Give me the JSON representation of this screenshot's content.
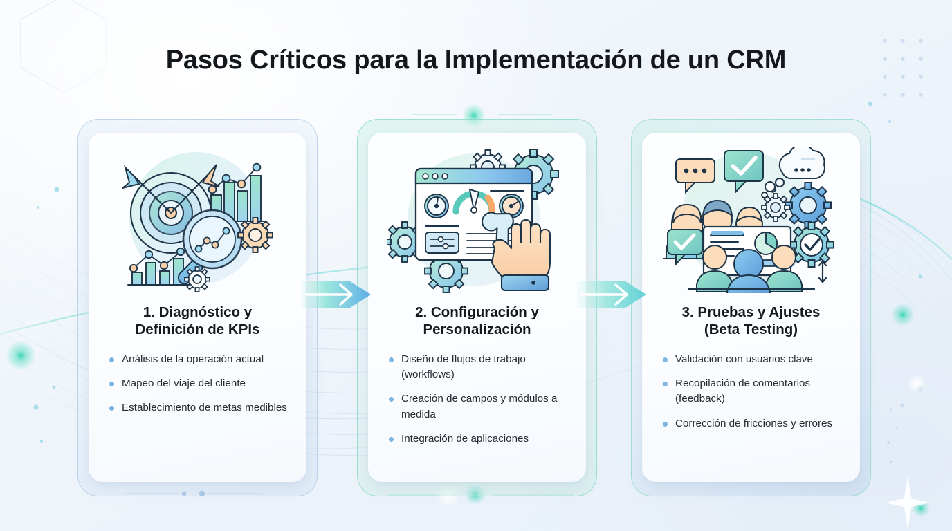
{
  "page": {
    "title": "Pasos Críticos para la Implementación de un CRM",
    "background_color": "#eef4fa",
    "accent_blue": "#79b2e0",
    "accent_teal": "#34d6b3",
    "title_color": "#14171c"
  },
  "steps": [
    {
      "id": "step-1",
      "number": "1",
      "title": "1. Diagnóstico y\nDefinición de KPIs",
      "illustration": "target-magnifier-charts-icon",
      "frame_color": "#96b9e1",
      "bullets": [
        "Análisis de la operación actual",
        "Mapeo del viaje del cliente",
        "Establecimiento de metas medibles"
      ]
    },
    {
      "id": "step-2",
      "number": "2",
      "title": "2. Configuración y\nPersonalización",
      "illustration": "dashboard-gears-wrench-hand-icon",
      "frame_color": "#76d6ba",
      "bullets": [
        "Diseño de flujos de trabajo (workflows)",
        "Creación de campos y módulos a medida",
        "Integración de aplicaciones"
      ]
    },
    {
      "id": "step-3",
      "number": "3",
      "title": "3. Pruebas y Ajustes\n(Beta Testing)",
      "illustration": "team-feedback-checkmarks-gears-icon",
      "frame_color": "#80d6be",
      "bullets": [
        "Validación con usuarios clave",
        "Recopilación de comentarios (feedback)",
        "Corrección de fricciones y errores"
      ]
    }
  ],
  "connectors": [
    {
      "id": "arrow-1-to-2",
      "icon": "arrow-right-icon",
      "from": "step-1",
      "to": "step-2"
    },
    {
      "id": "arrow-2-to-3",
      "icon": "arrow-right-icon",
      "from": "step-2",
      "to": "step-3"
    }
  ]
}
